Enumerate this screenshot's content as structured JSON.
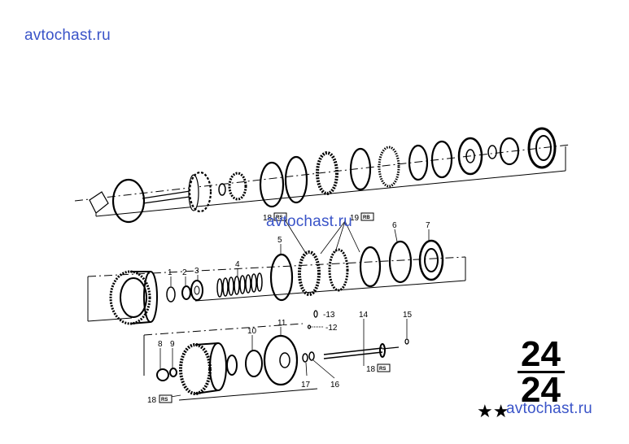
{
  "watermark": "avtochast.ru",
  "group_number_top": "24",
  "group_number_bottom": "24",
  "stars": "★★",
  "tag_label": "RS",
  "tag_label_alt": "RB",
  "callouts": {
    "c1": "1",
    "c2": "2",
    "c3": "3",
    "c4": "4",
    "c5": "5",
    "c6": "6",
    "c7": "7",
    "c8": "8",
    "c9": "9",
    "c10": "10",
    "c11": "11",
    "c12": "-12",
    "c13": "-13",
    "c14": "14",
    "c15": "15",
    "c16": "16",
    "c17": "17",
    "c18a": "18",
    "c18b": "18",
    "c18c": "18",
    "c19": "19"
  }
}
